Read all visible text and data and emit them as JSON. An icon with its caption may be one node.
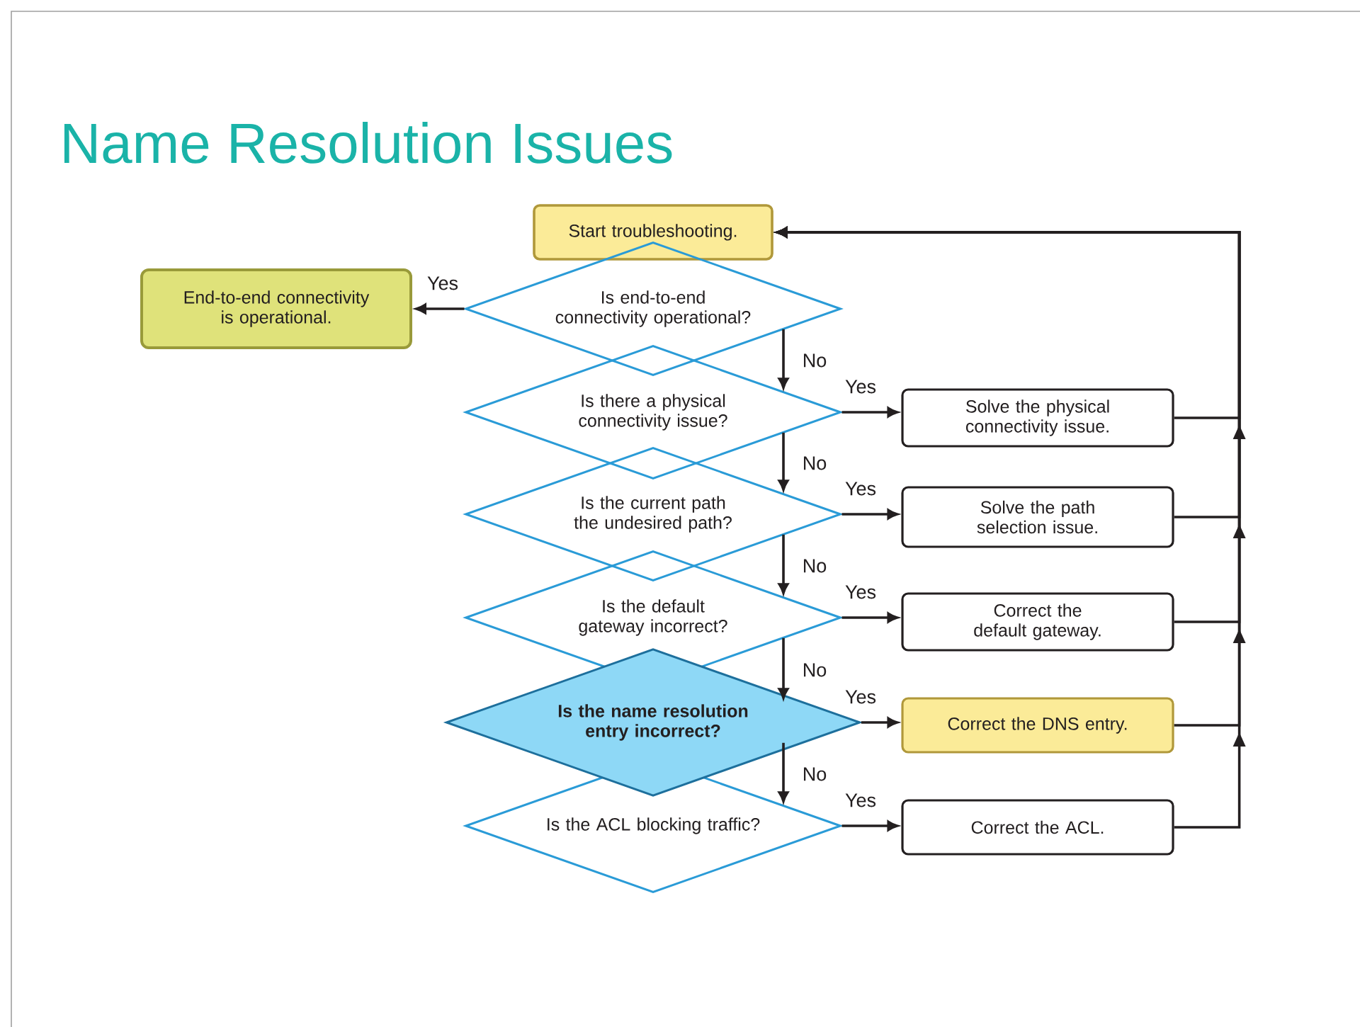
{
  "diagram": {
    "title": "Name Resolution Issues",
    "nodes": [
      {
        "text": [
          "Start troubleshooting."
        ]
      },
      {
        "text": [
          "End-to-end connectivity is operational."
        ]
      },
      {
        "text": [
          "Is end-to-end connectivity operational?"
        ]
      },
      {
        "text": [
          "Is there a physical connectivity issue?"
        ]
      },
      {
        "text": [
          "Solve the physical connectivity issue."
        ]
      },
      {
        "text": [
          "Is the current path the undesired path?"
        ]
      },
      {
        "text": [
          "Solve the path selection issue."
        ]
      },
      {
        "text": [
          "Is the default gateway incorrect?"
        ]
      },
      {
        "text": [
          "Correct the default gateway."
        ]
      },
      {
        "text": [
          "Is the name resolution entry incorrect?"
        ]
      },
      {
        "text": [
          "Correct the DNS entry."
        ]
      },
      {
        "text": [
          "Is the ACL blocking traffic?"
        ]
      },
      {
        "text": [
          "Correct the ACL."
        ]
      }
    ],
    "edges": [
      {
        "from": 2,
        "to": 1,
        "arrow": "to",
        "label": "Yes"
      },
      {
        "from": 2,
        "to": 3,
        "arrow": "to",
        "label": "No"
      },
      {
        "from": 3,
        "to": 4,
        "arrow": "to",
        "label": "Yes"
      },
      {
        "from": 3,
        "to": 5,
        "arrow": "to",
        "label": "No"
      },
      {
        "from": 5,
        "to": 6,
        "arrow": "to",
        "label": "Yes"
      },
      {
        "from": 5,
        "to": 7,
        "arrow": "to",
        "label": "No"
      },
      {
        "from": 7,
        "to": 8,
        "arrow": "to",
        "label": "Yes"
      },
      {
        "from": 7,
        "to": 9,
        "arrow": "to",
        "label": "No"
      },
      {
        "from": 9,
        "to": 10,
        "arrow": "to",
        "label": "Yes"
      },
      {
        "from": 9,
        "to": 11,
        "arrow": "to",
        "label": "No"
      },
      {
        "from": 11,
        "to": 12,
        "arrow": "to",
        "label": "Yes"
      },
      {
        "from": 4,
        "to": 0,
        "arrow": "to"
      },
      {
        "from": 6,
        "to": 0,
        "arrow": "to"
      },
      {
        "from": 8,
        "to": 0,
        "arrow": "to"
      },
      {
        "from": 10,
        "to": 0,
        "arrow": "to"
      },
      {
        "from": 12,
        "to": 0,
        "arrow": "to"
      }
    ]
  }
}
